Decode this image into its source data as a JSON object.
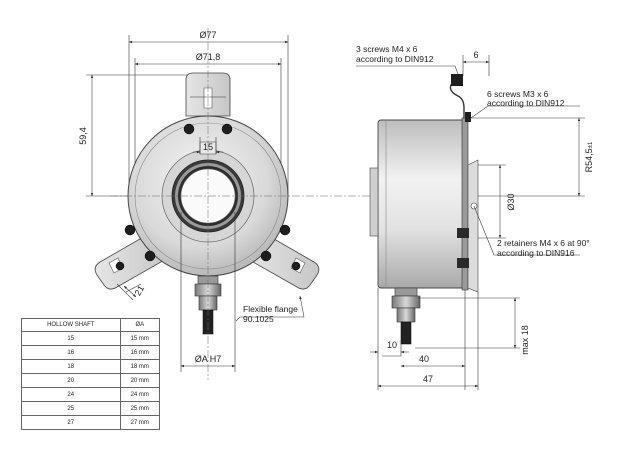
{
  "front_view": {
    "dims": {
      "outer_diameter": "Ø77",
      "flange_diameter": "Ø71,8",
      "height": "59,4",
      "slot": "15",
      "arm": "21",
      "bore": "ØA H7"
    },
    "flange_note": [
      "Flexible flange",
      "90.1025"
    ]
  },
  "side_view": {
    "screws_top": [
      "3 screws M4 x 6",
      "according to DIN912"
    ],
    "width_top": "6",
    "screws_m3": [
      "6 screws M3 x 6",
      "according to DIN912"
    ],
    "radius": "R54,5",
    "radius_tol": "±1",
    "shaft_dia": "Ø30",
    "retainers": [
      "2 retainers M4 x 6 at 90°",
      "according to DIN916"
    ],
    "cable_dim": "10",
    "body_len": "40",
    "overall_len": "47",
    "max_dim": "max 18"
  },
  "table": {
    "headers": [
      "HOLLOW SHAFT",
      "ØA"
    ],
    "rows": [
      [
        "15",
        "15 mm"
      ],
      [
        "16",
        "16 mm"
      ],
      [
        "18",
        "18 mm"
      ],
      [
        "20",
        "20 mm"
      ],
      [
        "24",
        "24 mm"
      ],
      [
        "25",
        "25 mm"
      ],
      [
        "27",
        "27 mm"
      ]
    ]
  }
}
